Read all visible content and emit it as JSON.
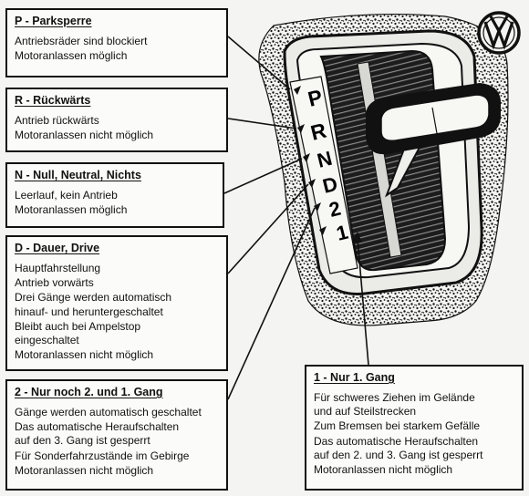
{
  "logo": {
    "name": "vw-logo",
    "letters": "VW"
  },
  "selector": {
    "letters": [
      "P",
      "R",
      "N",
      "D",
      "2",
      "1"
    ]
  },
  "boxes": {
    "p": {
      "title": "P - Parksperre",
      "lines": [
        "Antriebsräder sind blockiert",
        "Motoranlassen möglich"
      ]
    },
    "r": {
      "title": "R - Rückwärts",
      "lines": [
        "Antrieb rückwärts",
        "Motoranlassen nicht möglich"
      ]
    },
    "n": {
      "title": "N - Null, Neutral, Nichts",
      "lines": [
        "Leerlauf, kein Antrieb",
        "Motoranlassen möglich"
      ]
    },
    "d": {
      "title": "D - Dauer, Drive",
      "lines": [
        "Hauptfahrstellung",
        "Antrieb vorwärts",
        "Drei Gänge werden automatisch",
        "hinauf- und heruntergeschaltet",
        "Bleibt auch bei Ampelstop",
        "eingeschaltet",
        "Motoranlassen nicht möglich"
      ]
    },
    "two": {
      "title": "2 - Nur noch 2. und 1. Gang",
      "lines": [
        "Gänge werden automatisch geschaltet",
        "Das automatische Heraufschalten",
        "auf den 3. Gang ist gesperrt",
        "Für Sonderfahrzustände im Gebirge",
        "Motoranlassen nicht möglich"
      ]
    },
    "one": {
      "title": "1 - Nur 1. Gang",
      "lines": [
        "Für schweres Ziehen im Gelände",
        "und auf Steilstrecken",
        "Zum Bremsen bei starkem Gefälle",
        "Das automatische Heraufschalten",
        "auf den 2. und 3. Gang ist gesperrt",
        "Motoranlassen nicht möglich"
      ]
    }
  }
}
